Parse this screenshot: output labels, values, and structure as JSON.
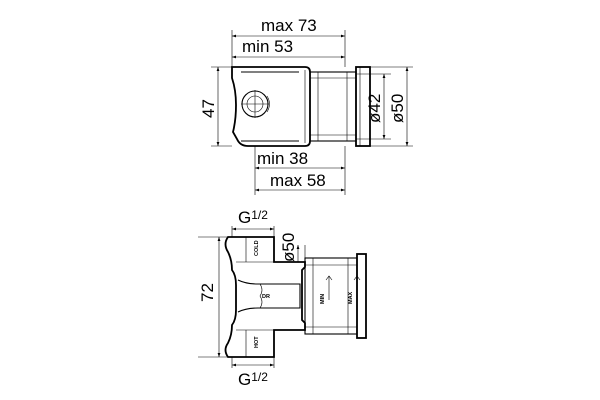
{
  "title": "",
  "top_view": {
    "dim_max_width": "max 73",
    "dim_min_width": "min 53",
    "dim_height": "47",
    "dim_diameter_inner": "ø42",
    "dim_diameter_outer": "ø50",
    "dim_min_depth": "min 38",
    "dim_max_depth": "max 58"
  },
  "bottom_view": {
    "thread_top": "G",
    "thread_top_fraction": "1/2",
    "thread_bottom": "G",
    "thread_bottom_fraction": "1/2",
    "dim_diameter": "ø50",
    "dim_height": "72",
    "label_cold": "COLD",
    "label_hot": "HOT",
    "label_dr": "DR",
    "label_min": "MIN",
    "label_max": "MAX"
  }
}
